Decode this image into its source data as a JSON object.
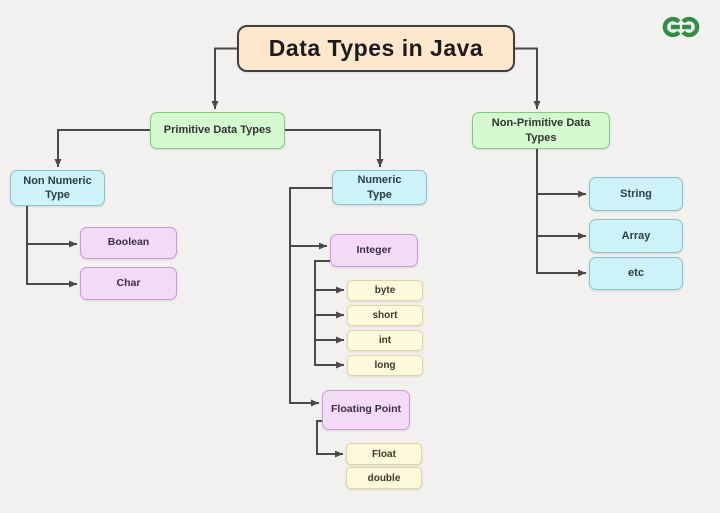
{
  "page": {
    "background": "#F2F1EF"
  },
  "logo": {
    "name": "GeeksforGeeks",
    "color": "#2F8D46"
  },
  "palette": {
    "title_fill": "#FCE7CC",
    "title_border": "#3F3F3D",
    "category_fill": "#D4F8D0",
    "category_border": "#7FCC7F",
    "type_fill": "#CDF3F9",
    "type_border": "#8FBFCB",
    "subtype_fill": "#F3DBF8",
    "subtype_border": "#C89BD8",
    "leaf_fill": "#FDF9DC",
    "leaf_border": "#E0D79E",
    "connector": "#4A4A4A"
  },
  "diagram": {
    "title": "Data Types in Java",
    "branches": [
      {
        "label": "Primitive Data Types",
        "children": [
          {
            "label": "Non Numeric Type",
            "children": [
              {
                "label": "Boolean"
              },
              {
                "label": "Char"
              }
            ]
          },
          {
            "label": "Numeric Type",
            "children": [
              {
                "label": "Integer",
                "children": [
                  {
                    "label": "byte"
                  },
                  {
                    "label": "short"
                  },
                  {
                    "label": "int"
                  },
                  {
                    "label": "long"
                  }
                ]
              },
              {
                "label": "Floating Point",
                "children": [
                  {
                    "label": "Float"
                  },
                  {
                    "label": "double"
                  }
                ]
              }
            ]
          }
        ]
      },
      {
        "label": "Non-Primitive Data Types",
        "children": [
          {
            "label": "String"
          },
          {
            "label": "Array"
          },
          {
            "label": "etc"
          }
        ]
      }
    ]
  }
}
